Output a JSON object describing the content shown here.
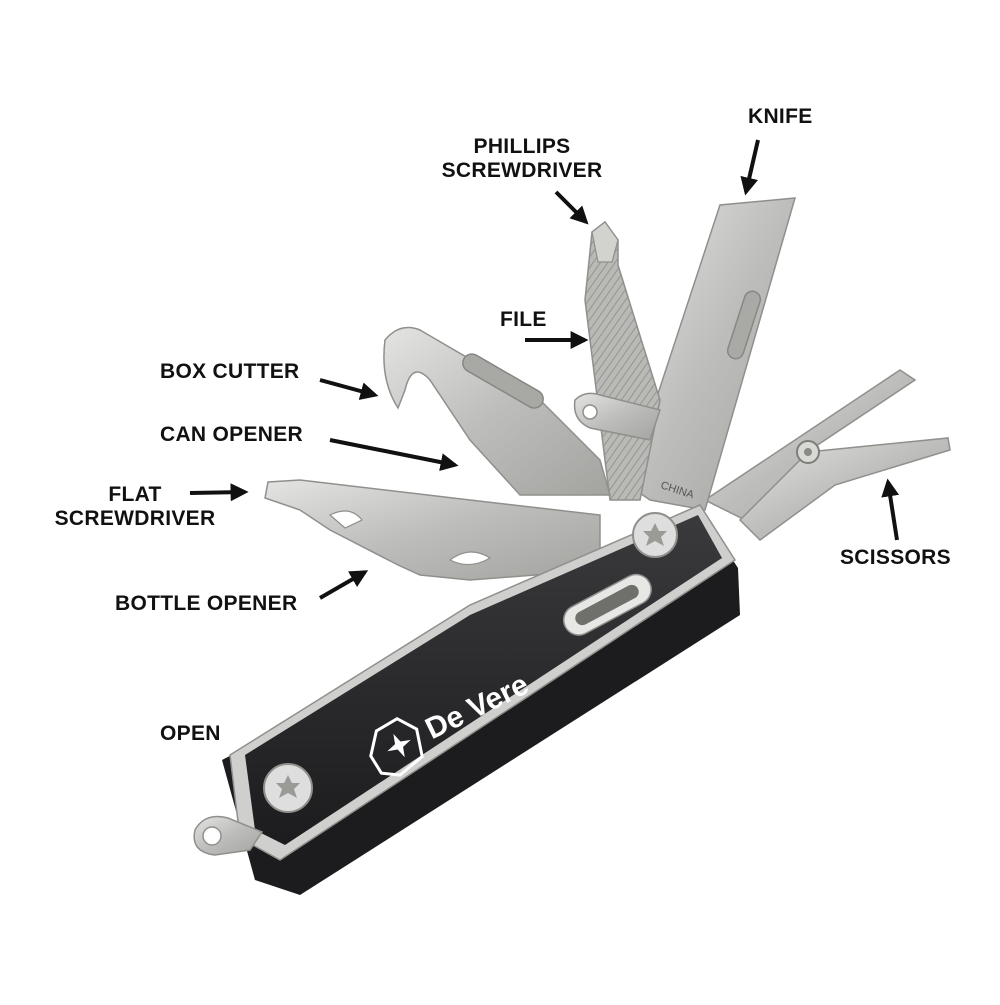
{
  "diagram": {
    "labels": {
      "knife": "KNIFE",
      "phillips_line1": "PHILLIPS",
      "phillips_line2": "SCREWDRIVER",
      "file": "FILE",
      "box_cutter": "BOX CUTTER",
      "can_opener": "CAN OPENER",
      "flat_line1": "FLAT",
      "flat_line2": "SCREWDRIVER",
      "bottle_opener": "BOTTLE OPENER",
      "scissors": "SCISSORS",
      "open": "OPEN"
    },
    "tool": {
      "brand": "De Vere",
      "blade_stamp": "CHINA"
    },
    "colors": {
      "steel": "#c8c8c6",
      "steel_dark": "#9d9d9a",
      "handle": "#2a2a2c",
      "bezel": "#cfcfcd",
      "label": "#111111"
    }
  }
}
